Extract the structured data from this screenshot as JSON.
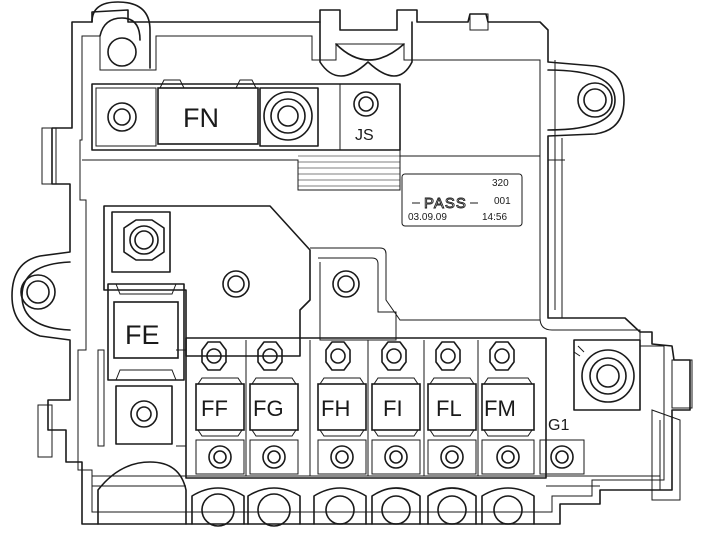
{
  "labels": {
    "fn": "FN",
    "js": "JS",
    "fe": "FE",
    "g1": "G1"
  },
  "fuses": [
    {
      "label": "FF"
    },
    {
      "label": "FG"
    },
    {
      "label": "FH"
    },
    {
      "label": "FI"
    },
    {
      "label": "FL"
    },
    {
      "label": "FM"
    }
  ],
  "inspection_sticker": {
    "status": "PASS",
    "code": "320",
    "sub_code": "001",
    "date": "03.09.09",
    "time": "14:56"
  },
  "colors": {
    "line": "#1a1a1a",
    "background": "#ffffff"
  }
}
